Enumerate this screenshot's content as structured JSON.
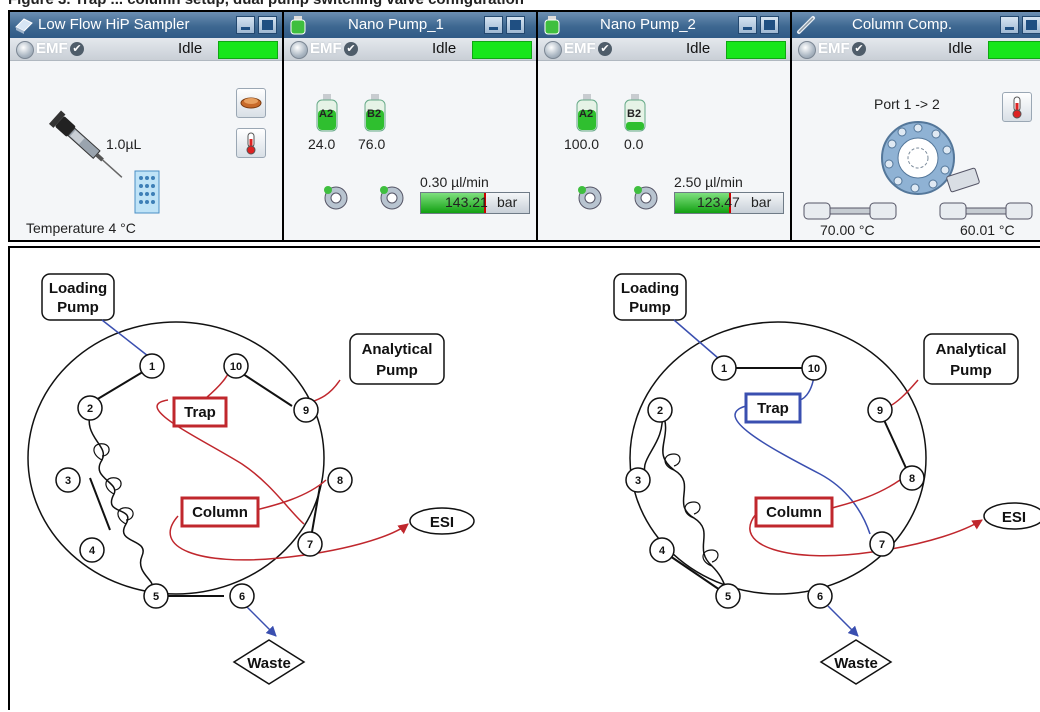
{
  "caption": "Figure 3.  Trap ... column setup, dual pump switching valve configuration",
  "status_strip": {
    "emf_label": "EMF",
    "modules": [
      {
        "title": "Low Flow HiP Sampler",
        "status": "Idle",
        "volume": "1.0µL",
        "temperature": "Temperature 4 °C",
        "icons": [
          "syringe-icon",
          "vial-rack-icon",
          "tray-icon",
          "thermometer-icon"
        ]
      },
      {
        "title": "Nano Pump_1",
        "status": "Idle",
        "solvent_a_label": "A2",
        "solvent_b_label": "B2",
        "solvent_a_value": "24.0",
        "solvent_b_value": "76.0",
        "flow": "0.30 µl/min",
        "pressure": "143.21",
        "pressure_unit": "bar",
        "pressure_fraction": 0.58
      },
      {
        "title": "Nano Pump_2",
        "status": "Idle",
        "solvent_a_label": "A2",
        "solvent_b_label": "B2",
        "solvent_a_value": "100.0",
        "solvent_b_value": "0.0",
        "flow": "2.50 µl/min",
        "pressure": "123.47",
        "pressure_unit": "bar",
        "pressure_fraction": 0.5
      },
      {
        "title": "Column Comp.",
        "status": "Idle",
        "port": "Port 1 -> 2",
        "temp_left": "70.00 °C",
        "temp_right": "60.01 °C"
      }
    ]
  },
  "diagram": {
    "loading_pump": "Loading\nPump",
    "loading_pump_l1": "Loading",
    "loading_pump_l2": "Pump",
    "analytical_pump_l1": "Analytical",
    "analytical_pump_l2": "Pump",
    "trap": "Trap",
    "column": "Column",
    "esi": "ESI",
    "waste": "Waste",
    "ports": [
      "1",
      "2",
      "3",
      "4",
      "5",
      "6",
      "7",
      "8",
      "9",
      "10"
    ],
    "colors": {
      "red": "#c0272d",
      "blue": "#3a4fb0",
      "black": "#111111"
    }
  }
}
